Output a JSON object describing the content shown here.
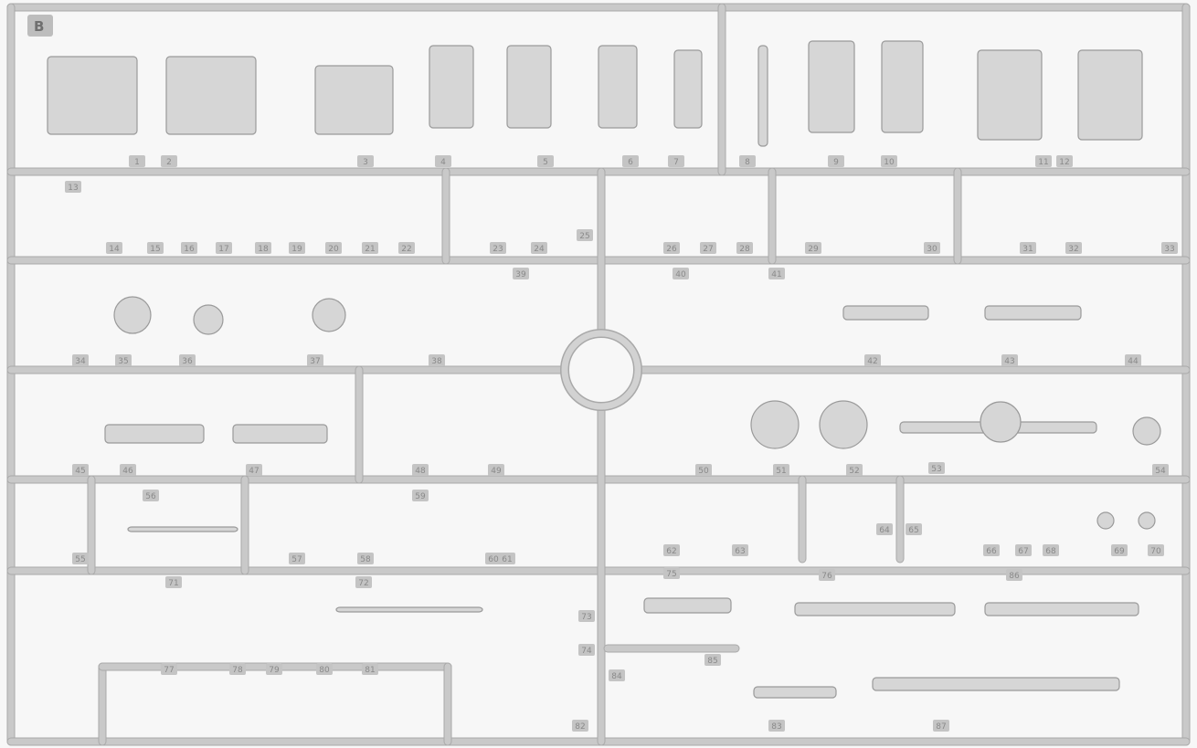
{
  "sprue": {
    "letter": "B",
    "color": "#c9c9c9",
    "background": "#f7f7f7",
    "part_numbers": [
      "1",
      "2",
      "3",
      "4",
      "5",
      "6",
      "7",
      "8",
      "9",
      "10",
      "11",
      "12",
      "13",
      "14",
      "15",
      "16",
      "17",
      "18",
      "19",
      "20",
      "21",
      "22",
      "23",
      "24",
      "25",
      "26",
      "27",
      "28",
      "29",
      "30",
      "31",
      "32",
      "33",
      "34",
      "35",
      "36",
      "37",
      "38",
      "39",
      "40",
      "41",
      "42",
      "43",
      "44",
      "45",
      "46",
      "47",
      "48",
      "49",
      "50",
      "51",
      "52",
      "53",
      "54",
      "55",
      "56",
      "57",
      "58",
      "59",
      "60",
      "61",
      "62",
      "63",
      "64",
      "65",
      "66",
      "67",
      "68",
      "69",
      "70",
      "71",
      "72",
      "73",
      "74",
      "75",
      "76",
      "77",
      "78",
      "79",
      "80",
      "81",
      "82",
      "83",
      "84",
      "85",
      "86",
      "87"
    ]
  }
}
